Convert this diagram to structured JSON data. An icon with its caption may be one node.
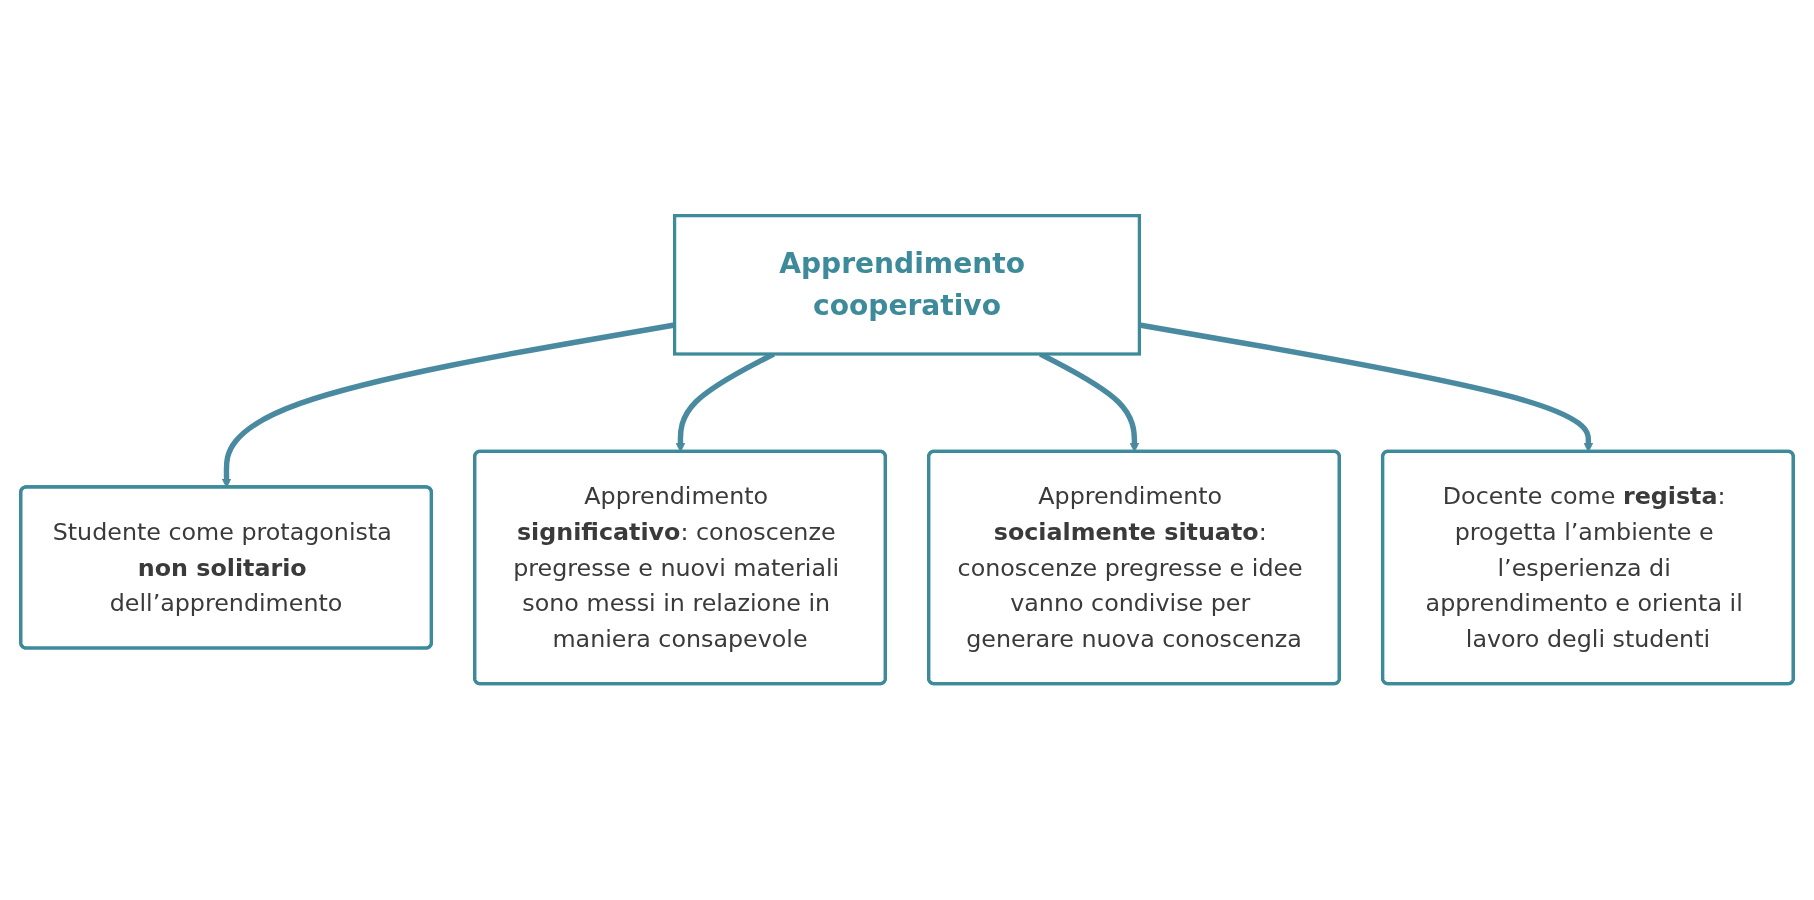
{
  "diagram": {
    "nodes": [
      {
        "text": [
          "Studente come protagonista **non solitario** dell’apprendimento"
        ]
      },
      {
        "text": [
          "Apprendimento **significativo**: conoscenze pregresse e nuovi materiali sono messi in relazione in maniera consapevole"
        ]
      },
      {
        "text": [
          "Apprendimento cooperativo"
        ]
      },
      {
        "text": [
          "Apprendimento **socialmente situato**: conoscenze pregresse e idee vanno condivise per generare nuova conoscenza"
        ]
      },
      {
        "text": [
          "Docente come **regista**: progetta l’ambiente e l’esperienza di apprendimento e orienta il lavoro degli studenti"
        ]
      }
    ],
    "edges": [
      {
        "from": 2,
        "to": 0,
        "arrow": "to"
      },
      {
        "from": 2,
        "to": 1,
        "arrow": "to"
      },
      {
        "from": 2,
        "to": 3,
        "arrow": "to"
      },
      {
        "from": 2,
        "to": 4,
        "arrow": "to"
      }
    ]
  }
}
